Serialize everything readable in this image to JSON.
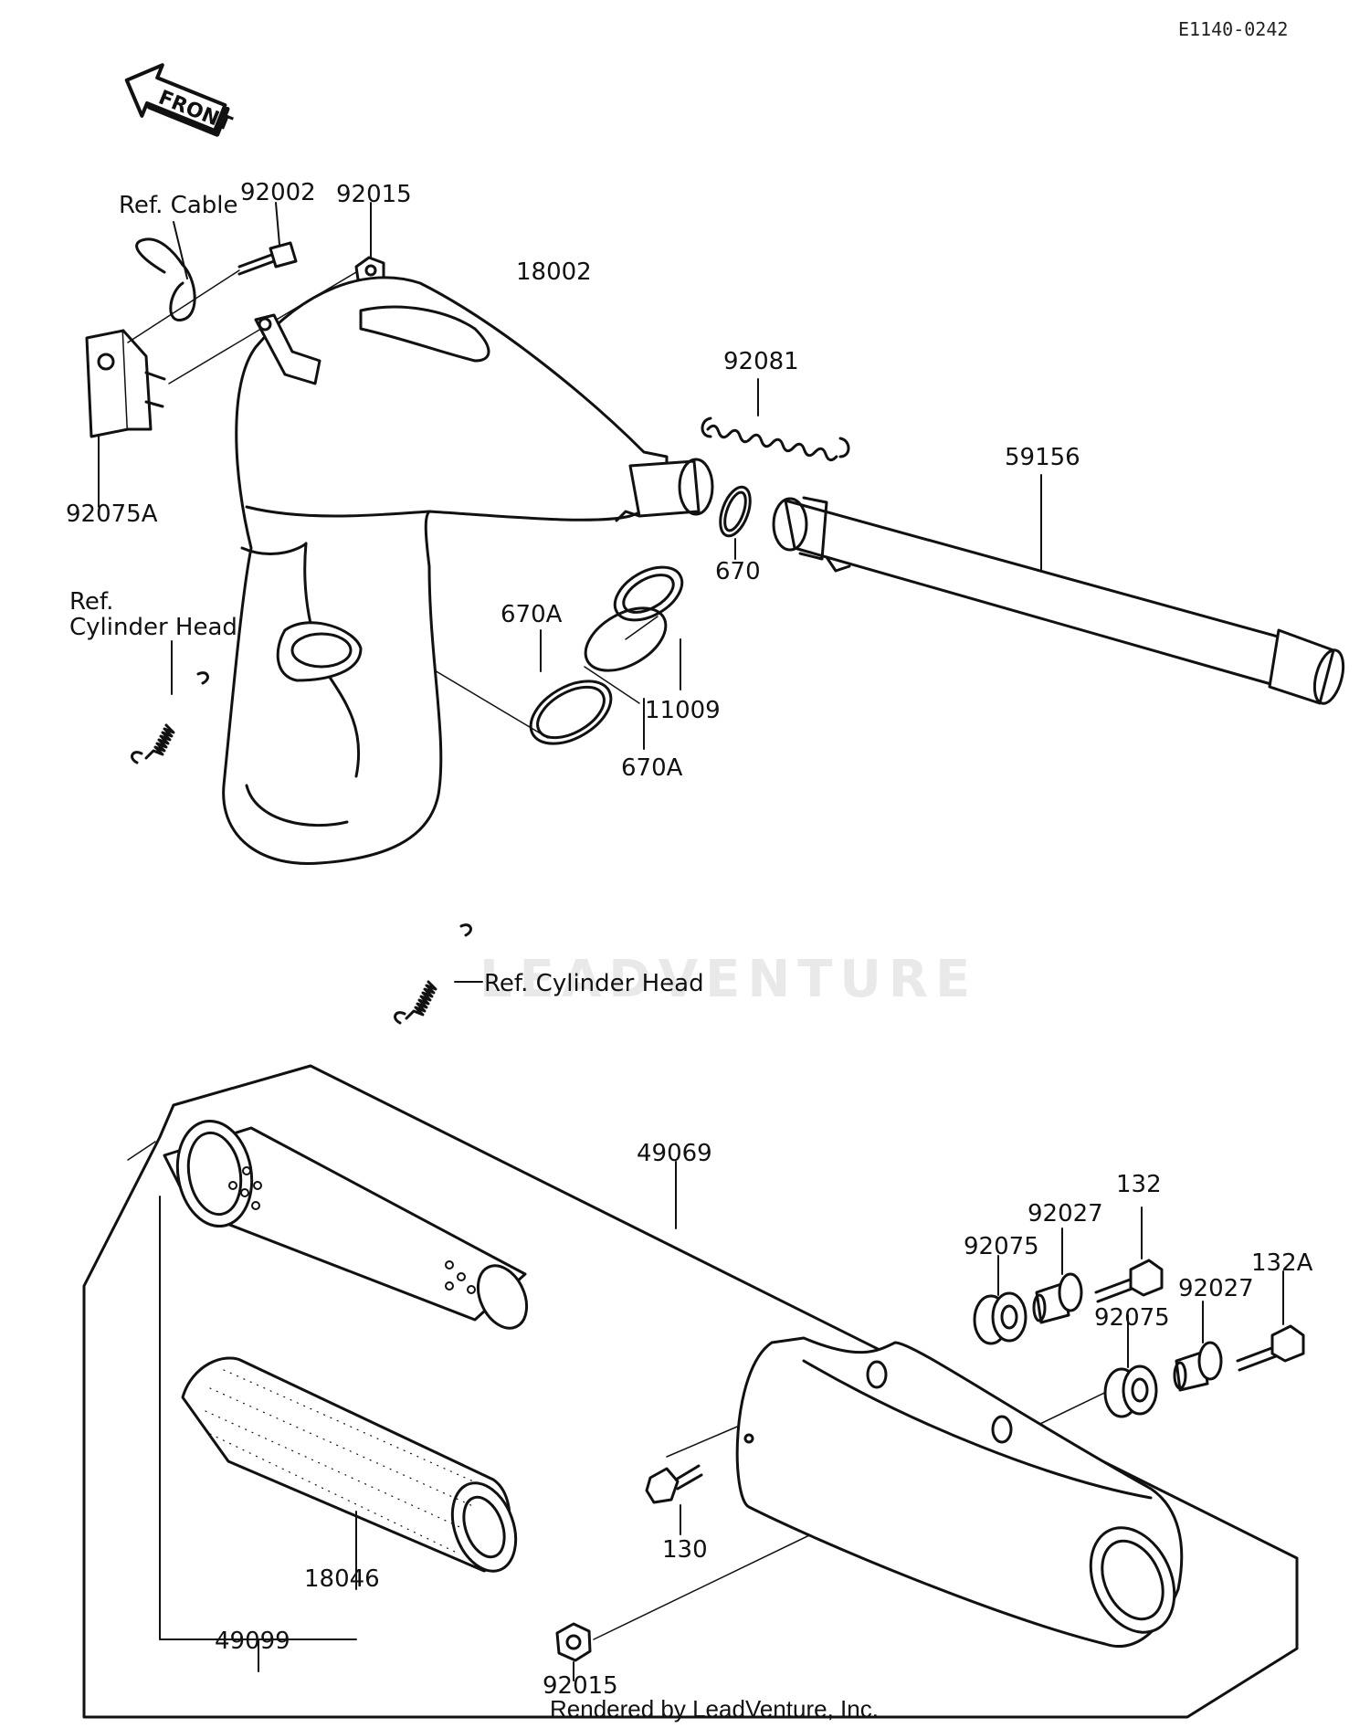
{
  "diagram_code": "E1140-0242",
  "front_arrow_label": "FRONT",
  "watermark_text": "LEADVENTURE",
  "footer": "Rendered by LeadVenture, Inc.",
  "callouts": {
    "ref_cable": "Ref. Cable",
    "p92002": "92002",
    "p92015_top": "92015",
    "p18002": "18002",
    "p92081": "92081",
    "p59156": "59156",
    "p92075a": "92075A",
    "p670": "670",
    "ref_cyl_head_1": "Ref.",
    "ref_cyl_head_2": "Cylinder Head",
    "p670a_1": "670A",
    "p11009": "11009",
    "p670a_2": "670A",
    "ref_cyl_head_3": "Ref. Cylinder Head",
    "p49069": "49069",
    "p132": "132",
    "p92027_1": "92027",
    "p92075_1": "92075",
    "p132a": "132A",
    "p92027_2": "92027",
    "p92075_2": "92075",
    "p130": "130",
    "p18046": "18046",
    "p49099": "49099",
    "p92015_bottom": "92015"
  }
}
